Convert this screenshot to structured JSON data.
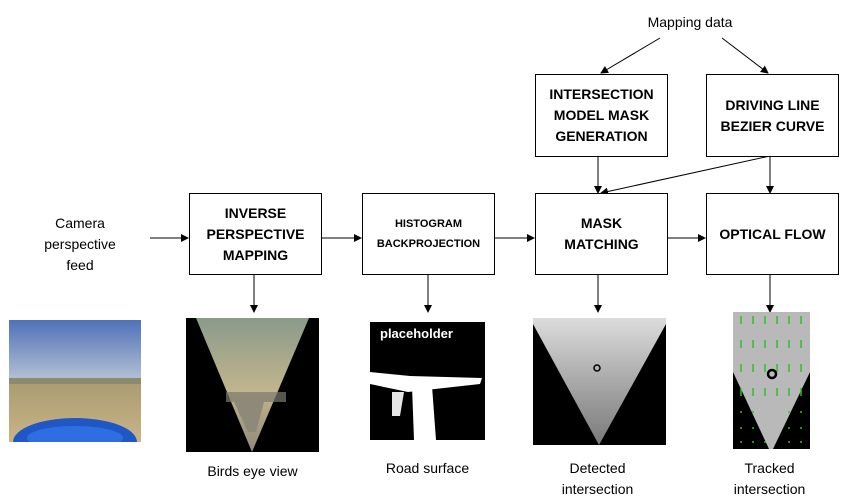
{
  "inputs": {
    "mapping_data": "Mapping data",
    "camera_feed": "Camera\nperspective\nfeed"
  },
  "nodes": {
    "intersection_mask": "INTERSECTION\nMODEL MASK\nGENERATION",
    "bezier": "DRIVING LINE\nBEZIER CURVE",
    "ipm": "INVERSE\nPERSPECTIVE\nMAPPING",
    "histogram": "HISTOGRAM\nBACKPROJECTION",
    "mask_matching": "MASK\nMATCHING",
    "optical_flow": "OPTICAL FLOW"
  },
  "outputs": {
    "birds_eye": "Birds eye view",
    "road_surface": "Road surface",
    "detected": "Detected\nintersection",
    "tracked": "Tracked\nintersection"
  },
  "placeholder_text": "placeholder"
}
